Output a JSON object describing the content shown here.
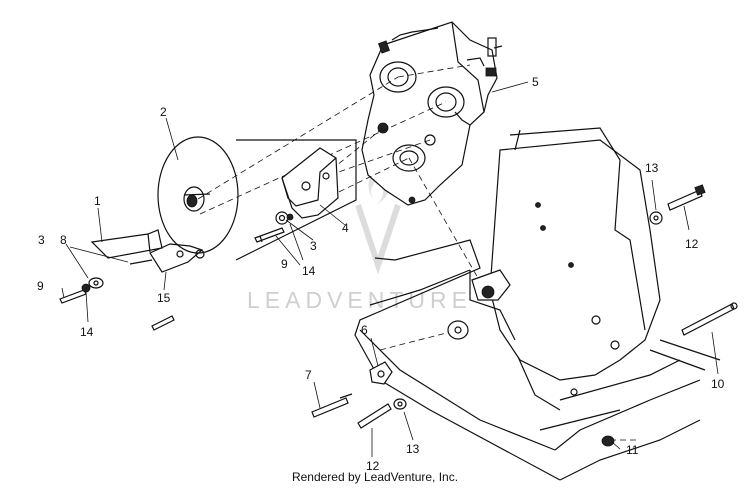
{
  "watermark": {
    "text": "LEADVENTURE"
  },
  "footer": {
    "text": "Rendered by LeadVenture, Inc."
  },
  "callouts": [
    {
      "id": "c1",
      "label": "1"
    },
    {
      "id": "c2",
      "label": "2"
    },
    {
      "id": "c3a",
      "label": "3"
    },
    {
      "id": "c3b",
      "label": "3"
    },
    {
      "id": "c4",
      "label": "4"
    },
    {
      "id": "c5",
      "label": "5"
    },
    {
      "id": "c6",
      "label": "6"
    },
    {
      "id": "c7",
      "label": "7"
    },
    {
      "id": "c8",
      "label": "8"
    },
    {
      "id": "c9a",
      "label": "9"
    },
    {
      "id": "c9b",
      "label": "9"
    },
    {
      "id": "c10",
      "label": "10"
    },
    {
      "id": "c11",
      "label": "11"
    },
    {
      "id": "c12a",
      "label": "12"
    },
    {
      "id": "c12b",
      "label": "12"
    },
    {
      "id": "c13a",
      "label": "13"
    },
    {
      "id": "c13b",
      "label": "13"
    },
    {
      "id": "c14a",
      "label": "14"
    },
    {
      "id": "c14b",
      "label": "14"
    },
    {
      "id": "c15",
      "label": "15"
    }
  ]
}
